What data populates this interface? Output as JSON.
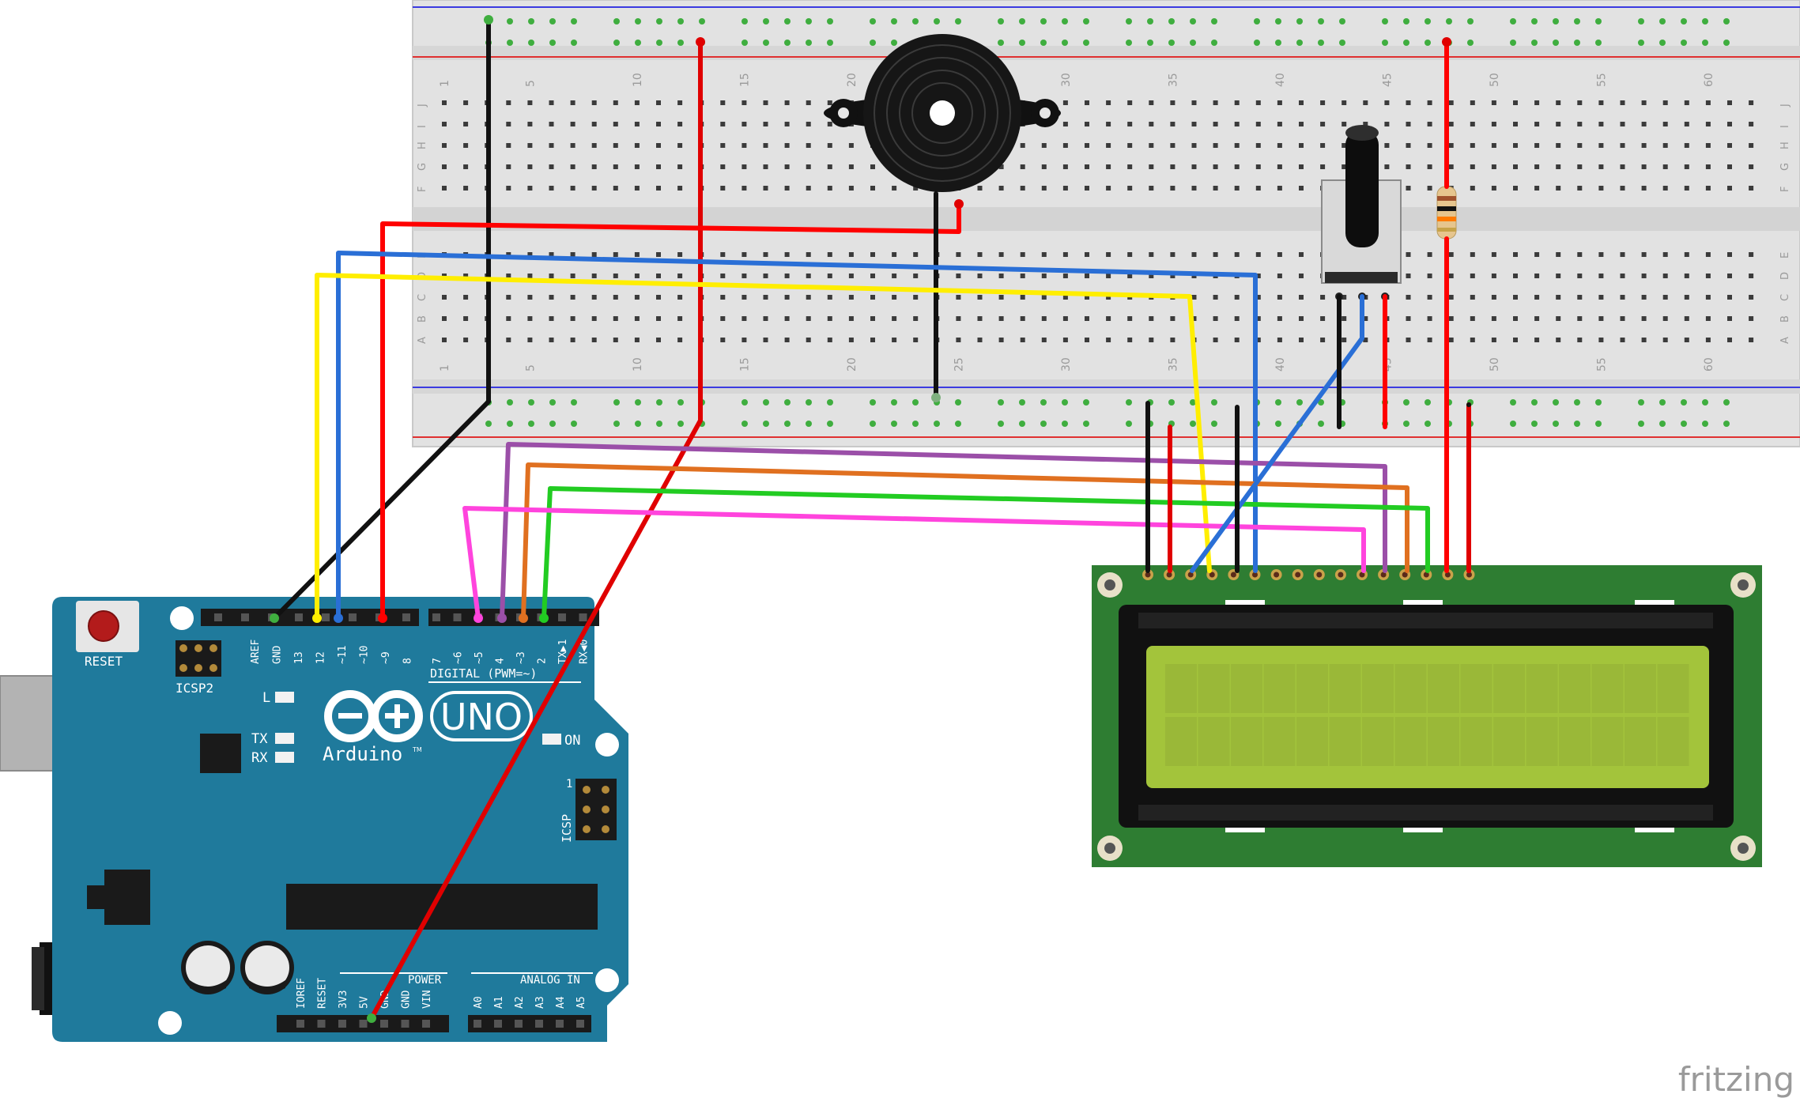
{
  "breadboard": {
    "column_numbers": [
      "1",
      "5",
      "10",
      "15",
      "20",
      "25",
      "30",
      "35",
      "40",
      "45",
      "50",
      "55",
      "60"
    ],
    "row_letters_top": [
      "J",
      "I",
      "H",
      "G",
      "F"
    ],
    "row_letters_bottom": [
      "E",
      "D",
      "C",
      "B",
      "A"
    ]
  },
  "arduino": {
    "brand": "Arduino",
    "trademark": "TM",
    "model": "UNO",
    "reset_label": "RESET",
    "icsp2_label": "ICSP2",
    "icsp_label": "ICSP",
    "icsp_pin1": "1",
    "led_l": "L",
    "led_tx": "TX",
    "led_rx": "RX",
    "led_on": "ON",
    "digital_label": "DIGITAL (PWM=~)",
    "power_label": "POWER",
    "analog_label": "ANALOG IN",
    "digital_pins_left": [
      "AREF",
      "GND",
      "13",
      "12",
      "~11",
      "~10",
      "~9",
      "8"
    ],
    "digital_pins_right": [
      "7",
      "~6",
      "~5",
      "4",
      "~3",
      "2",
      "TX▶1",
      "RX◀0"
    ],
    "power_pins": [
      "IOREF",
      "RESET",
      "3V3",
      "5V",
      "GND",
      "GND",
      "VIN"
    ],
    "analog_pins": [
      "A0",
      "A1",
      "A2",
      "A3",
      "A4",
      "A5"
    ]
  },
  "lcd": {
    "columns": 16,
    "rows": 2
  },
  "watermark": "fritzing",
  "colors": {
    "arduino_board": "#1f7a9c",
    "breadboard": "#e5e5e5",
    "lcd_pcb": "#2e7d32",
    "lcd_screen": "#a3c43b",
    "wire_red": "#f00000",
    "wire_black": "#111111",
    "wire_blue": "#2a6fd6",
    "wire_yellow": "#ffee00",
    "wire_purple": "#9b4fa8",
    "wire_orange": "#e07020",
    "wire_green": "#22cc22",
    "wire_magenta": "#ff44dd"
  }
}
